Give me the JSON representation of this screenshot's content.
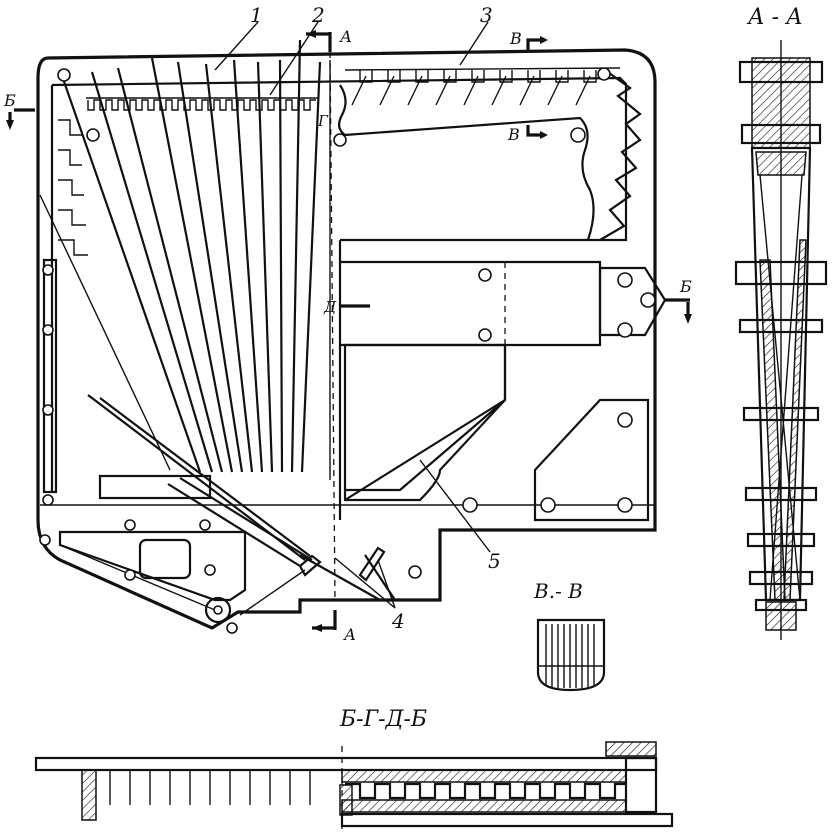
{
  "callouts": {
    "c1": "1",
    "c2": "2",
    "c3": "3",
    "c4": "4",
    "c5": "5"
  },
  "section_marks": {
    "a_top": "А",
    "a_bottom": "А",
    "b_left": "Б",
    "b_right": "Б",
    "v_top": "В",
    "v_bottom": "В",
    "g": "Г",
    "d": "Д"
  },
  "section_titles": {
    "a_a": "А - А",
    "v_v": "В.- В",
    "b_g_d_b": "Б-Г-Д-Б"
  },
  "colors": {
    "ink": "#111111",
    "paper": "#ffffff"
  }
}
